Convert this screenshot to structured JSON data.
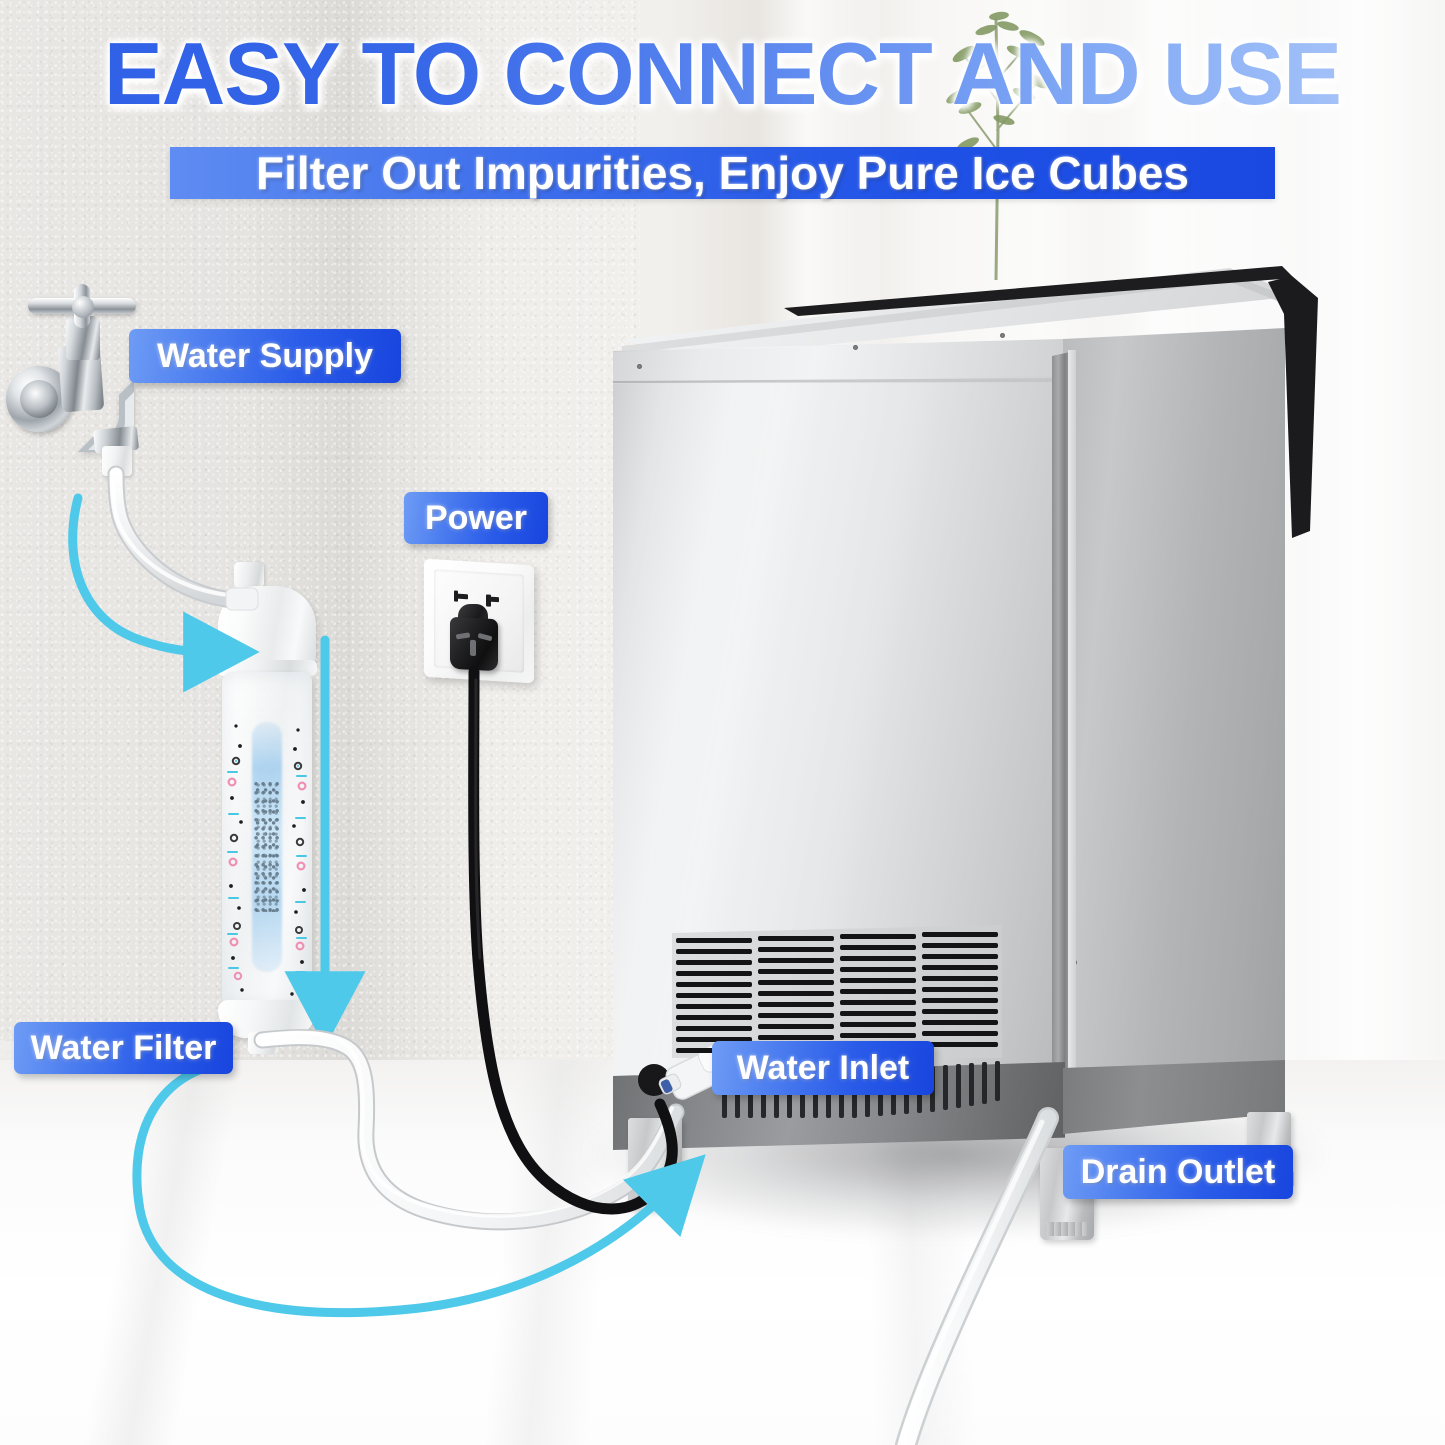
{
  "headline": {
    "title": "EASY TO CONNECT AND USE",
    "subtitle": "Filter Out Impurities, Enjoy Pure Ice Cubes"
  },
  "colors": {
    "headline_blue_dark": "#2f5fe6",
    "headline_blue_light": "#b7cefa",
    "tag_blue_light": "#6e9cf5",
    "tag_blue_dark": "#1845de",
    "subbar_blue": "#1f51e6",
    "arrow_cyan": "#4ec9ea",
    "machine_steel": "#e4e6e8",
    "trim_black": "#1b1b1d"
  },
  "callouts": [
    {
      "id": "water-supply",
      "label": "Water Supply"
    },
    {
      "id": "power",
      "label": "Power"
    },
    {
      "id": "water-filter",
      "label": "Water Filter"
    },
    {
      "id": "water-inlet",
      "label": "Water Inlet"
    },
    {
      "id": "drain-outlet",
      "label": "Drain Outlet"
    }
  ],
  "scene": {
    "appliance": "stainless-steel-ice-maker",
    "parts": [
      "wall-faucet",
      "inline-water-filter",
      "wall-power-outlet",
      "power-cord",
      "water-supply-tube",
      "drain-hose",
      "ventilation-grille",
      "leveling-legs"
    ],
    "flow_arrows": [
      "faucet-to-filter",
      "filter-downward",
      "filter-to-water-inlet"
    ]
  }
}
